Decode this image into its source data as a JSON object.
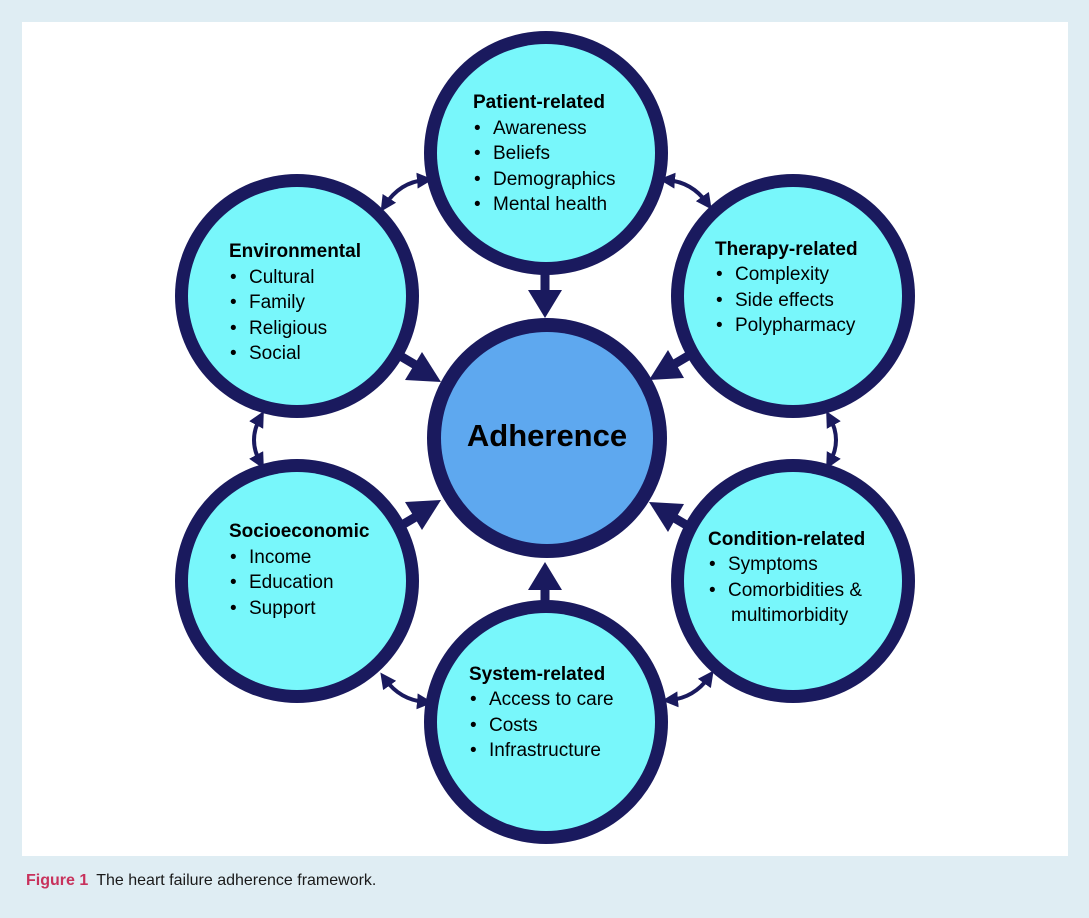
{
  "center": {
    "label": "Adherence"
  },
  "factors": [
    {
      "title": "Patient-related",
      "items": [
        "Awareness",
        "Beliefs",
        "Demographics",
        "Mental health"
      ]
    },
    {
      "title": "Therapy-related",
      "items": [
        "Complexity",
        "Side effects",
        "Polypharmacy"
      ]
    },
    {
      "title": "Condition-related",
      "items": [
        "Symptoms",
        "Comorbidities &",
        "multimorbidity"
      ]
    },
    {
      "title": "System-related",
      "items": [
        "Access to care",
        "Costs",
        "Infrastructure"
      ]
    },
    {
      "title": "Socioeconomic",
      "items": [
        "Income",
        "Education",
        "Support"
      ]
    },
    {
      "title": "Environmental",
      "items": [
        "Cultural",
        "Family",
        "Religious",
        "Social"
      ]
    }
  ],
  "caption": {
    "label": "Figure 1",
    "text": "The heart failure adherence framework."
  },
  "colors": {
    "outline": "#1a1a5e",
    "factor_fill": "#78f7fb",
    "center_fill": "#5ea8ef",
    "caption_label": "#c8325c",
    "background": "#dfedf3"
  }
}
